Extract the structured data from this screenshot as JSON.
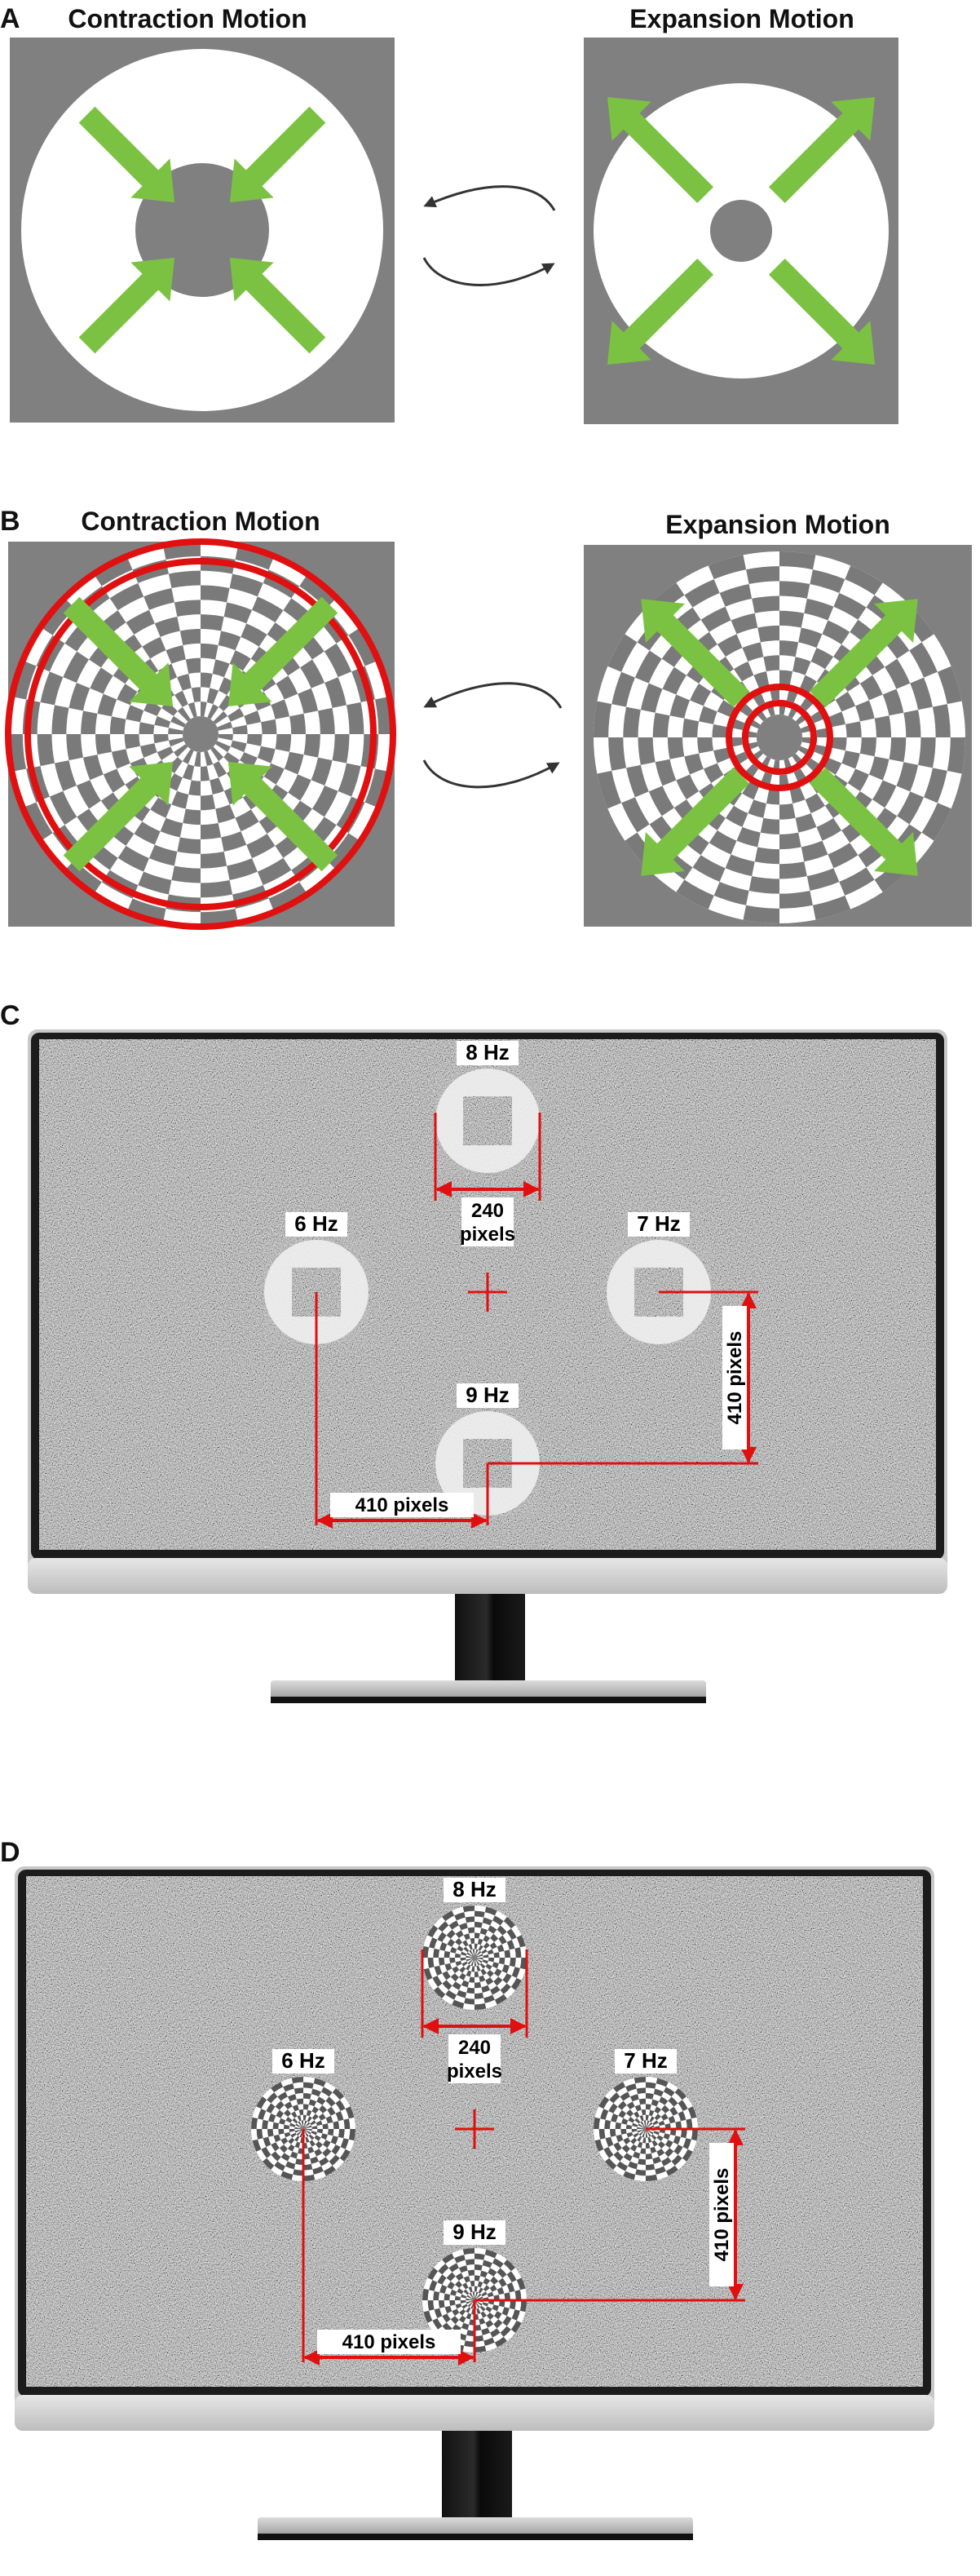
{
  "panels": [
    {
      "letter": "A",
      "left_title": "Contraction Motion",
      "right_title": "Expansion Motion"
    },
    {
      "letter": "B",
      "left_title": "Contraction Motion",
      "right_title": "Expansion Motion"
    },
    {
      "letter": "C"
    },
    {
      "letter": "D"
    }
  ],
  "monitor": {
    "labels": {
      "top": "8 Hz",
      "left": "6 Hz",
      "right": "7 Hz",
      "bottom": "9 Hz"
    },
    "size_line1": "240",
    "size_line2": "pixels",
    "horizontal_distance": "410 pixels",
    "vertical_distance": "410 pixels"
  },
  "colors": {
    "gray": "#808080",
    "white": "#ffffff",
    "green_arrow": "#7cc242",
    "red": "#e01010",
    "bezel": "#1c1c1c",
    "silver": "#c8c8c8"
  }
}
